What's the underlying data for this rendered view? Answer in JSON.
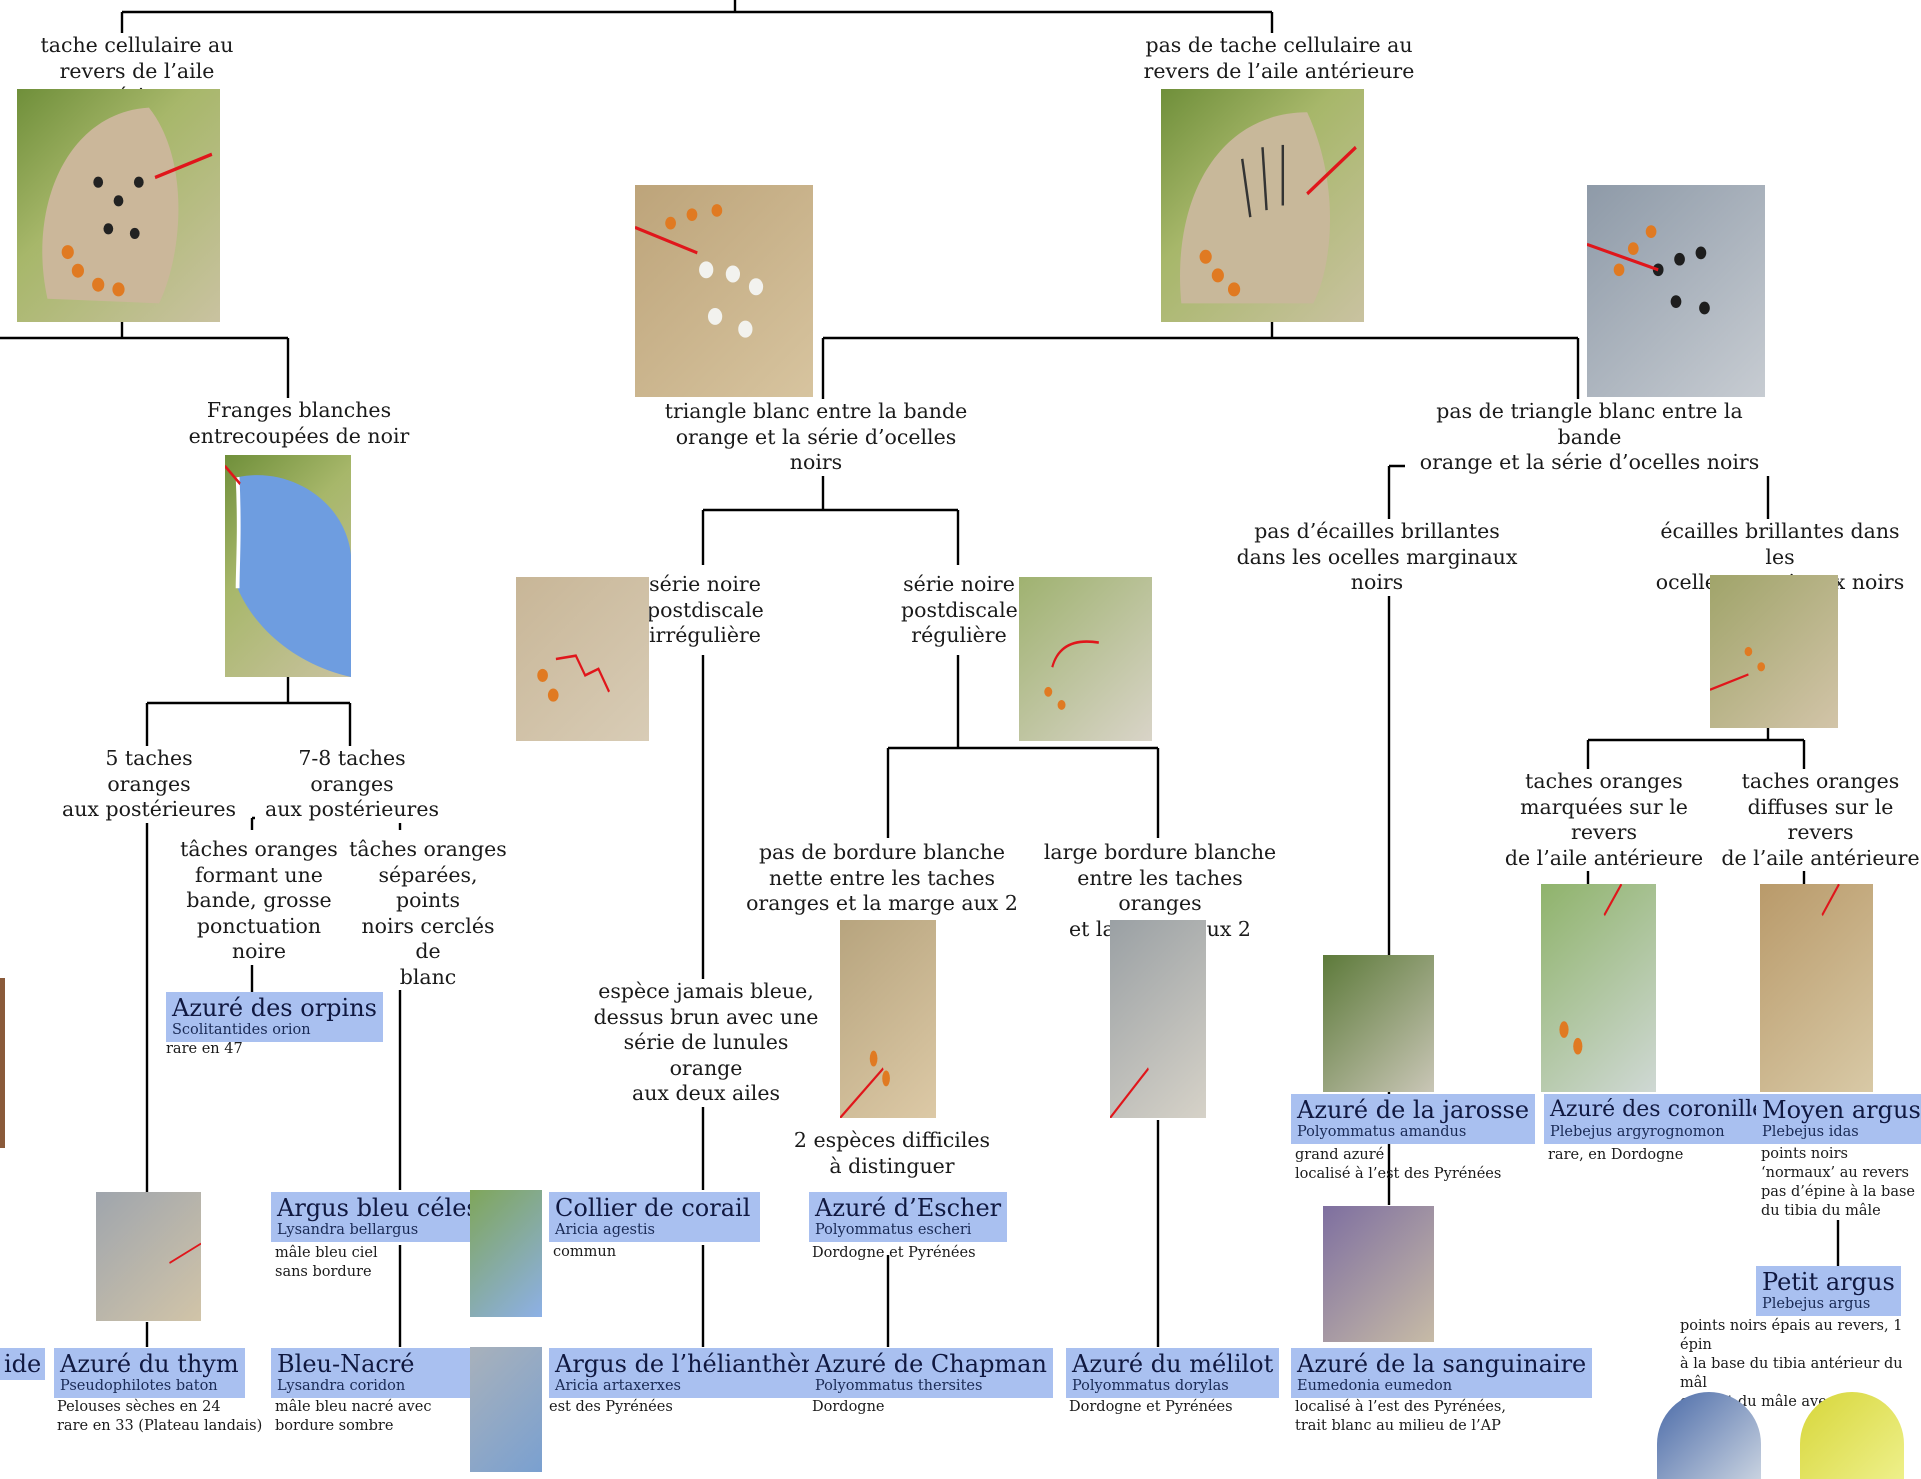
{
  "tree": {
    "top": {
      "left": "tache cellulaire au\nrevers de l’aile antérieure",
      "right": "pas de tache cellulaire au\nrevers de l’aile antérieure"
    },
    "fringes": "Franges blanches\nentrecoupées de noir",
    "five_orange": "5 taches oranges\naux postérieures",
    "seven_eight_orange": "7-8 taches oranges\naux postérieures",
    "band_orange": "tâches oranges\nformant une\nbande, grosse\nponctuation noire",
    "separated_orange": "tâches oranges\nséparées, points\nnoirs cerclés de\nblanc",
    "triangle_white": "triangle blanc entre la bande\norange et la série d’ocelles noirs",
    "no_triangle_white": "pas de triangle blanc entre la bande\norange et la série d’ocelles noirs",
    "irregular": "série noire\npostdiscale\nirrégulière",
    "regular": "série noire\npostdiscale\nrégulière",
    "never_blue": "espèce jamais bleue,\ndessus brun avec une\nsérie de lunules orange\naux deux ailes",
    "no_white_border": "pas de bordure blanche\nnette entre les taches\noranges et la marge aux 2 ailes",
    "large_white_border": "large bordure blanche\nentre les taches oranges\net la marge aux 2 ailes",
    "two_species": "2 espèces difficiles\nà distinguer",
    "no_shiny": "pas d’écailles brillantes\ndans les ocelles marginaux noirs",
    "shiny": "écailles brillantes dans les\nocelles marginaux noirs",
    "marked_orange": "taches oranges\nmarquées sur le revers\nde l’aile antérieure",
    "diffuse_orange": "taches oranges\ndiffuses sur le revers\nde l’aile antérieure"
  },
  "species": {
    "orpins": {
      "name": "Azuré des orpins",
      "latin": "Scolitantides orion",
      "note": "rare en 47"
    },
    "thym": {
      "name": "Azuré du thym",
      "latin": "Pseudophilotes baton",
      "note": "Pelouses sèches en 24\nrare en 33 (Plateau landais)"
    },
    "bleu_celeste": {
      "name": "Argus bleu céleste",
      "latin": "Lysandra bellargus",
      "note": "mâle bleu ciel\nsans bordure"
    },
    "bleu_nacre": {
      "name": "Bleu-Nacré",
      "latin": "Lysandra coridon",
      "note": "mâle bleu nacré avec\nbordure sombre"
    },
    "corail": {
      "name": "Collier de corail",
      "latin": "Aricia agestis",
      "note": "commun"
    },
    "helianthem": {
      "name": "Argus de l’hélianthème",
      "latin": "Aricia artaxerxes",
      "note": "est des Pyrénées"
    },
    "escher": {
      "name": "Azuré d’Escher",
      "latin": "Polyommatus escheri",
      "note": "Dordogne et Pyrénées"
    },
    "chapman": {
      "name": "Azuré de Chapman",
      "latin": "Polyommatus thersites",
      "note": "Dordogne"
    },
    "melilot": {
      "name": "Azuré du mélilot",
      "latin": "Polyommatus dorylas",
      "note": "Dordogne et Pyrénées"
    },
    "jarosse": {
      "name": "Azuré de la jarosse",
      "latin": "Polyommatus amandus",
      "note": "grand azuré\nlocalisé à l’est des Pyrénées"
    },
    "sanguinaire": {
      "name": "Azuré de la sanguinaire",
      "latin": "Eumedonia eumedon",
      "note": "localisé à l’est des Pyrénées,\ntrait blanc au milieu de l’AP"
    },
    "coronilles": {
      "name": "Azuré des coronilles",
      "latin": "Plebejus argyrognomon",
      "note": "rare, en Dordogne"
    },
    "moyen": {
      "name": "Moyen argus",
      "latin": "Plebejus idas",
      "note": "points noirs\n‘normaux’ au revers\npas d’épine à la base\ndu tibia du mâle"
    },
    "petit": {
      "name": "Petit argus",
      "latin": "Plebejus argus",
      "note": "points noirs épais au revers, 1 épin\nà la base du tibia antérieur du mâl\nendroit du mâle avec large bordur\nnoire"
    }
  },
  "edge_fragment": "ide",
  "colors": {
    "species_box": "#a9c0f0",
    "line": "#000000",
    "arrow": "#e0161b"
  }
}
